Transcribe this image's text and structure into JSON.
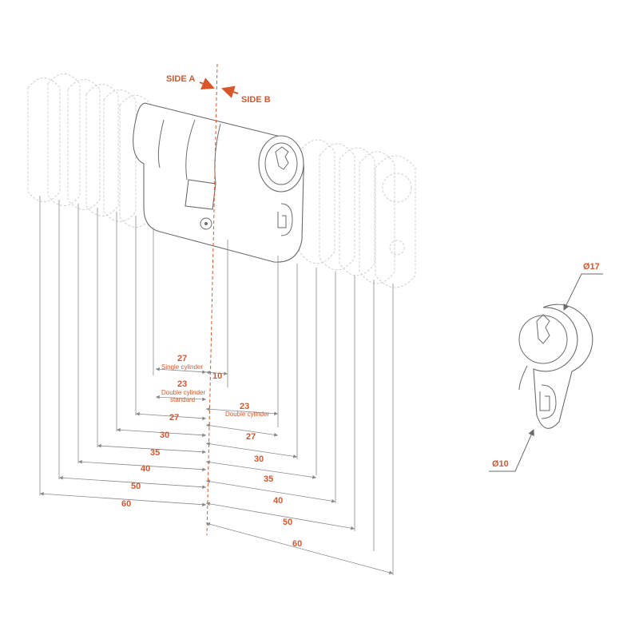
{
  "diagram": {
    "side_a_label": "SIDE A",
    "side_b_label": "SIDE B",
    "single_cylinder_value": "27",
    "single_cylinder_label": "Single cylinder",
    "single_cylinder_b_value": "10",
    "double_standard_value": "23",
    "double_standard_label_1": "Double cylinder",
    "double_standard_label_2": "standard",
    "double_b_value": "23",
    "double_b_label": "Double cylinder",
    "side_a_lengths": [
      "27",
      "30",
      "35",
      "40",
      "50",
      "60"
    ],
    "side_b_lengths": [
      "27",
      "30",
      "35",
      "40",
      "50",
      "60"
    ],
    "profile_top_diameter": "Ø17",
    "profile_bottom_diameter": "Ø10",
    "accent_color": "#d9562b"
  }
}
